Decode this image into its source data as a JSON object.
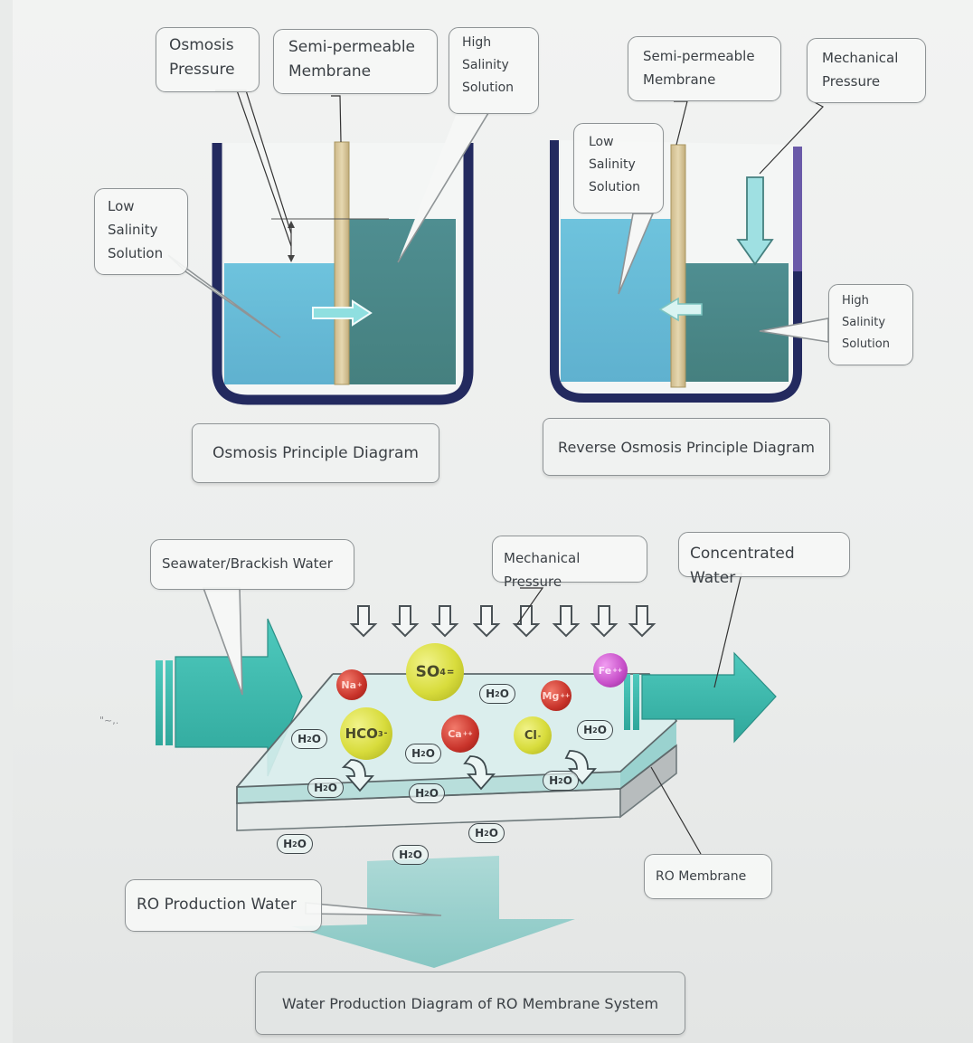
{
  "osmosis": {
    "osmosis_pressure": [
      "Osmosis",
      "Pressure"
    ],
    "semi_permeable": [
      "Semi-permeable",
      "Membrane"
    ],
    "high_salinity": [
      "High",
      "Salinity",
      "Solution"
    ],
    "low_salinity": [
      "Low",
      "Salinity",
      "Solution"
    ],
    "caption": "Osmosis Principle Diagram"
  },
  "reverse_osmosis": {
    "semi_permeable": [
      "Semi-permeable",
      "Membrane"
    ],
    "mechanical_pressure": [
      "Mechanical",
      "Pressure"
    ],
    "low_salinity": [
      "Low",
      "Salinity",
      "Solution"
    ],
    "high_salinity": [
      "High",
      "Salinity",
      "Solution"
    ],
    "caption": "Reverse Osmosis Principle Diagram"
  },
  "system": {
    "seawater": "Seawater/Brackish Water",
    "mechanical_pressure": "Mechanical Pressure",
    "concentrated_water": "Concentrated Water",
    "ro_membrane": "RO Membrane",
    "ro_production_water": "RO Production Water",
    "caption": "Water Production Diagram of RO Membrane System",
    "ions": {
      "so4": {
        "base": "SO",
        "sub": "4",
        "sup": "="
      },
      "na": {
        "base": "Na",
        "sup": "+"
      },
      "hco3": {
        "base": "HCO",
        "sub": "3",
        "sup": "-"
      },
      "ca": {
        "base": "Ca",
        "sup": "++"
      },
      "mg": {
        "base": "Mg",
        "sup": "++"
      },
      "cl": {
        "base": "Cl",
        "sup": "-"
      },
      "fe": {
        "base": "Fe",
        "sup": "++"
      }
    },
    "water": {
      "base": "H",
      "sub": "2",
      "tail": "O"
    }
  },
  "stray_mark": "\"~,."
}
